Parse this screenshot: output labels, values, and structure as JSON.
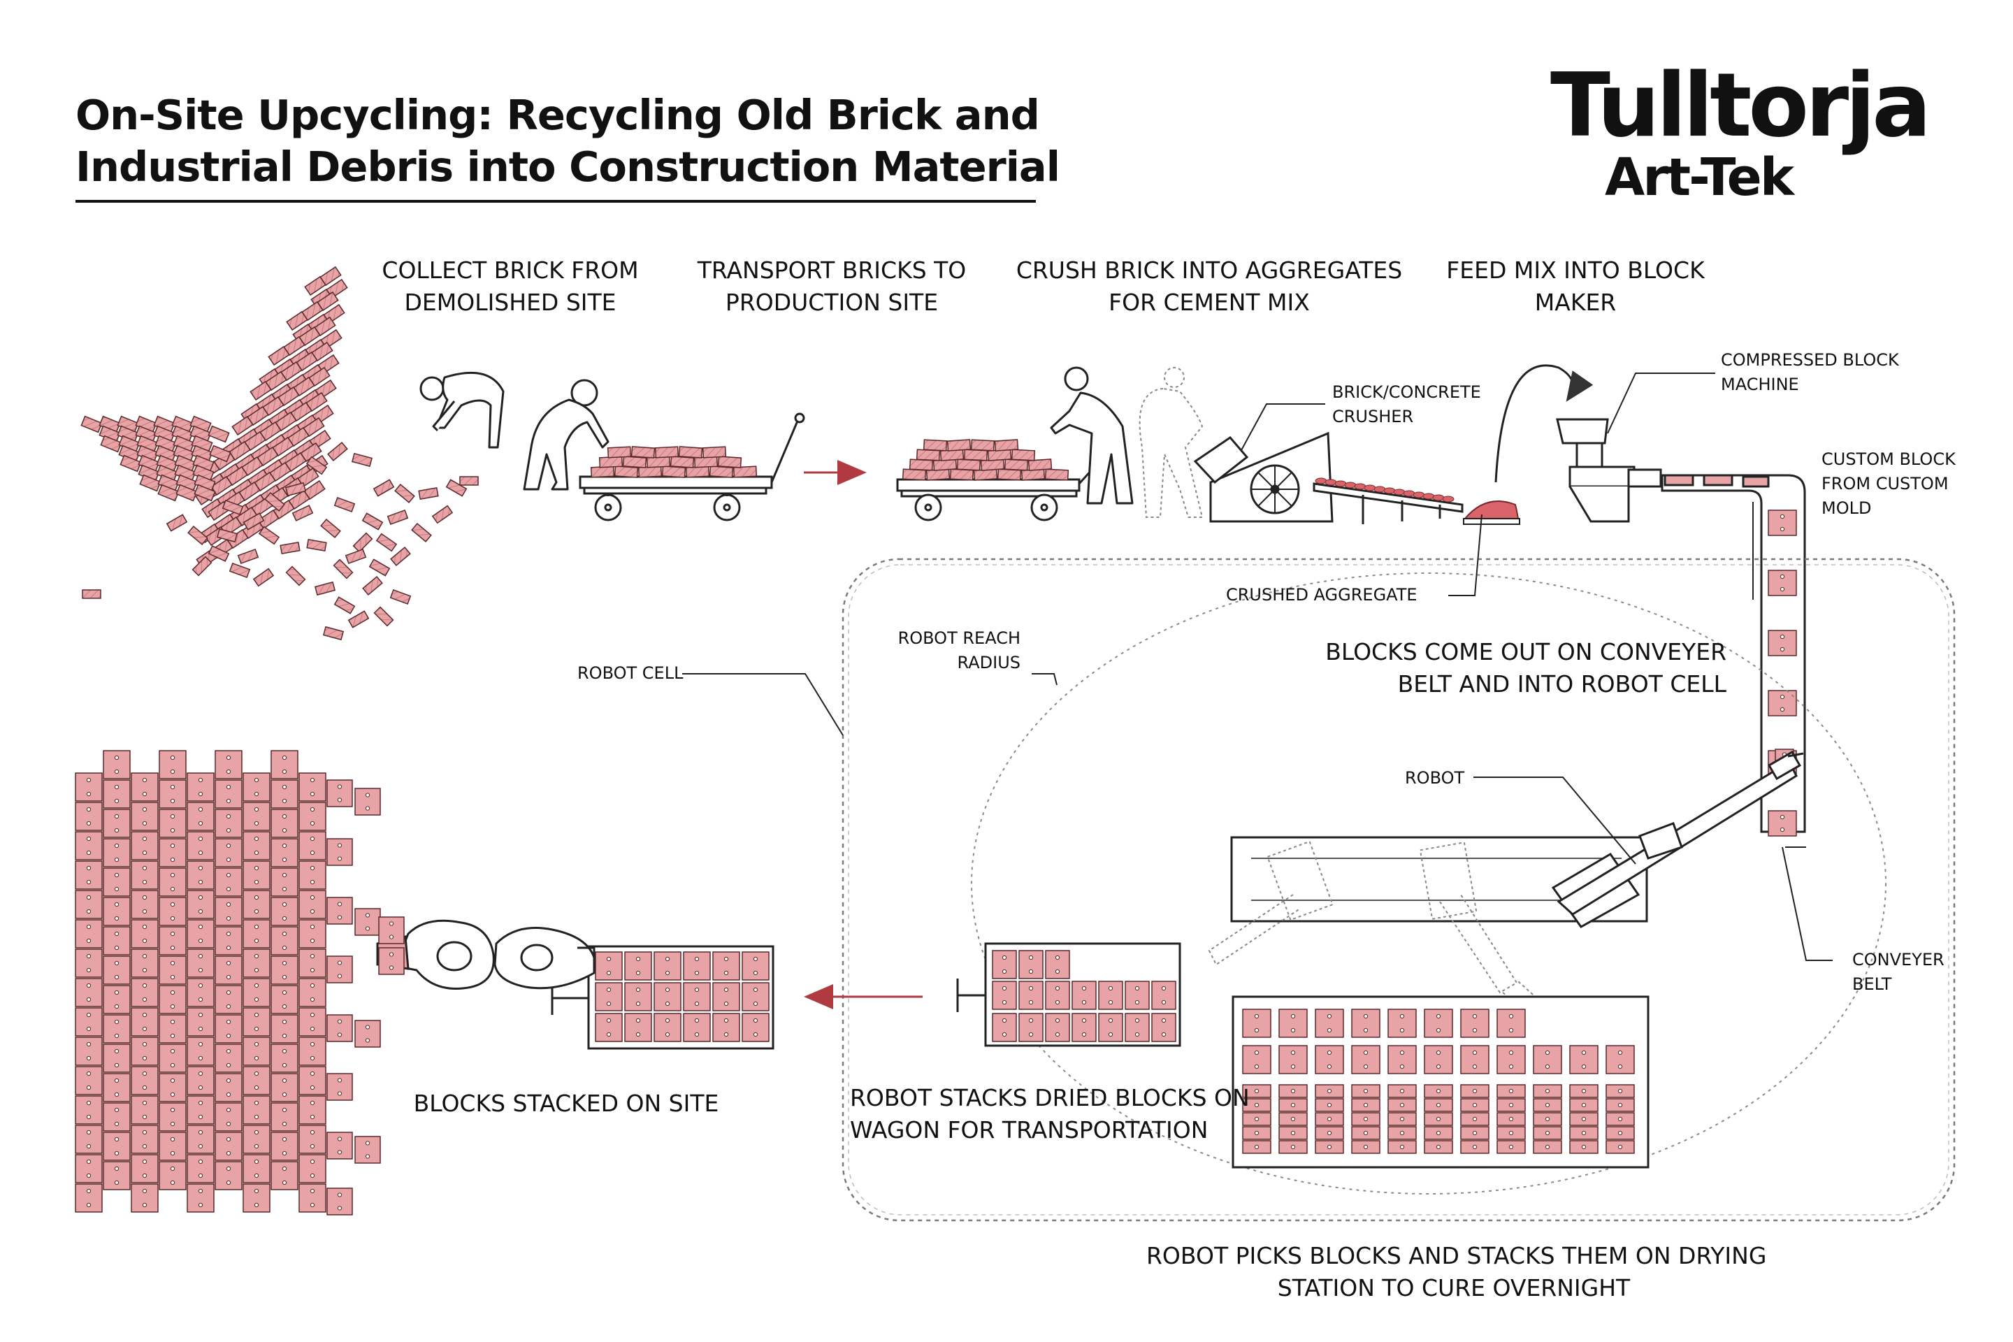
{
  "title": {
    "line1": "On-Site Upcycling: Recycling Old Brick and",
    "line2": "Industrial Debris into Construction Material"
  },
  "logo": {
    "line1": "Tulltorja",
    "line2": "Art-Tek"
  },
  "steps": {
    "collect": [
      "COLLECT BRICK FROM",
      "DEMOLISHED SITE"
    ],
    "transport": [
      "TRANSPORT BRICKS TO",
      "PRODUCTION SITE"
    ],
    "crush": [
      "CRUSH BRICK INTO AGGREGATES",
      "FOR CEMENT MIX"
    ],
    "feed": [
      "FEED MIX INTO BLOCK",
      "MAKER"
    ],
    "conveyer": [
      "BLOCKS COME OUT ON CONVEYER",
      "BELT AND INTO ROBOT CELL"
    ],
    "stack_wagon": [
      "ROBOT STACKS DRIED BLOCKS ON",
      "WAGON FOR TRANSPORTATION"
    ],
    "drying": [
      "ROBOT PICKS BLOCKS AND STACKS THEM ON DRYING",
      "STATION TO CURE OVERNIGHT"
    ],
    "stacked_site": "BLOCKS STACKED ON SITE"
  },
  "callouts": {
    "crusher": [
      "BRICK/CONCRETE",
      "CRUSHER"
    ],
    "machine": [
      "COMPRESSED BLOCK",
      "MACHINE"
    ],
    "custom_block": [
      "CUSTOM BLOCK",
      "FROM CUSTOM",
      "MOLD"
    ],
    "aggregate": "CRUSHED AGGREGATE",
    "robot_reach": [
      "ROBOT REACH",
      "RADIUS"
    ],
    "robot_cell": "ROBOT CELL",
    "robot": "ROBOT",
    "conveyer_belt": [
      "CONVEYER",
      "BELT"
    ]
  },
  "colors": {
    "brick_fill": "#e8a3a6",
    "brick_stroke": "#5a2a2c",
    "aggregate": "#d9656b",
    "line": "#222222",
    "dashed": "#8a8a8a",
    "person": "#ffffff"
  }
}
